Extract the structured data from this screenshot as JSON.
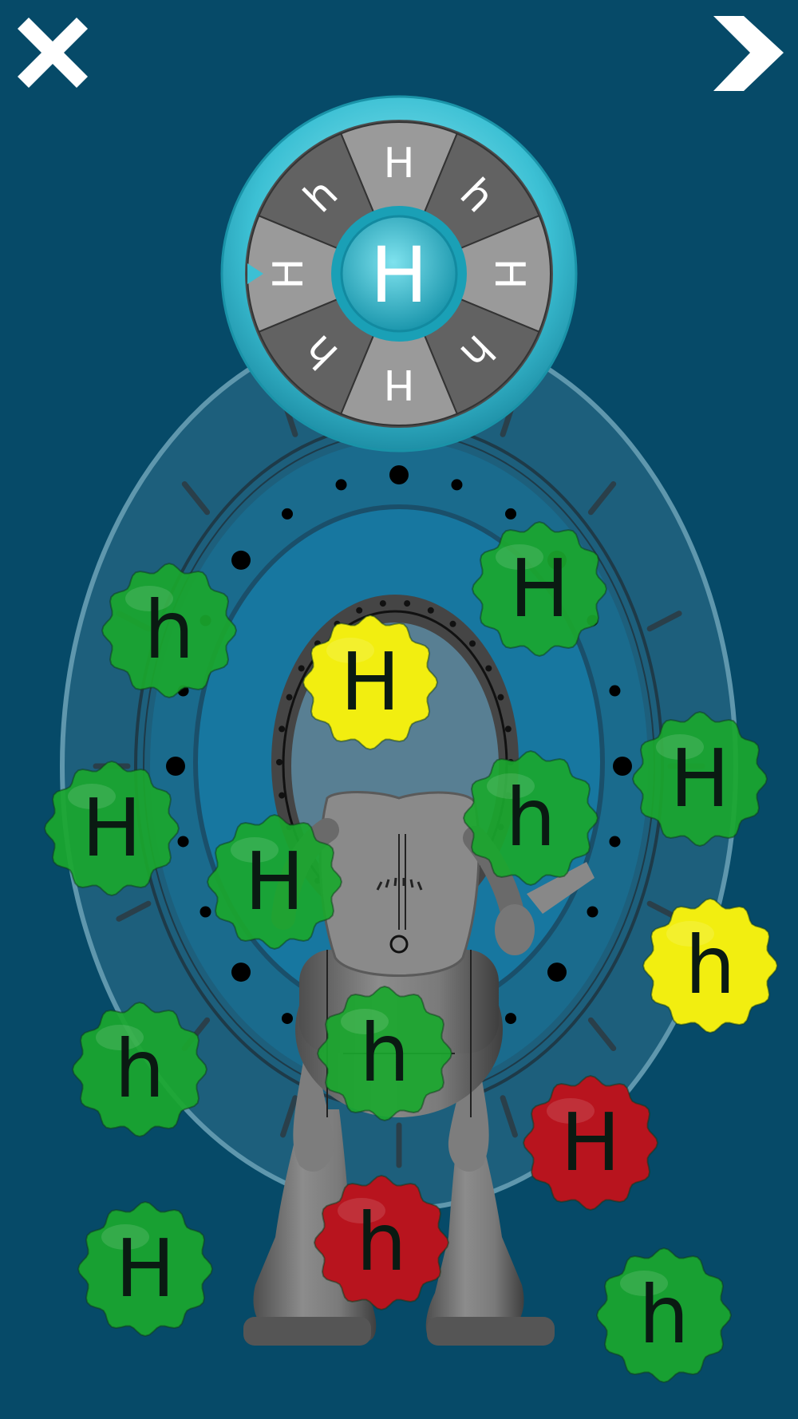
{
  "wheel": {
    "center_letter": "H",
    "segments": [
      "H",
      "h",
      "H",
      "h",
      "H",
      "h",
      "H",
      "h"
    ]
  },
  "colors": {
    "background": "#064a68",
    "gear_green": "#1aa72e",
    "gear_yellow": "#f2ee10",
    "gear_red": "#b8141e",
    "wheel_ring": "#3cc0d4"
  },
  "gears": [
    {
      "letter": "h",
      "color": "green"
    },
    {
      "letter": "H",
      "color": "green"
    },
    {
      "letter": "H",
      "color": "yellow"
    },
    {
      "letter": "H",
      "color": "green"
    },
    {
      "letter": "H",
      "color": "green"
    },
    {
      "letter": "h",
      "color": "green"
    },
    {
      "letter": "H",
      "color": "green"
    },
    {
      "letter": "h",
      "color": "yellow"
    },
    {
      "letter": "h",
      "color": "green"
    },
    {
      "letter": "h",
      "color": "green"
    },
    {
      "letter": "H",
      "color": "red"
    },
    {
      "letter": "H",
      "color": "green"
    },
    {
      "letter": "h",
      "color": "red"
    },
    {
      "letter": "h",
      "color": "green"
    }
  ],
  "icons": {
    "close": "close-icon",
    "next": "chevron-right-icon"
  }
}
